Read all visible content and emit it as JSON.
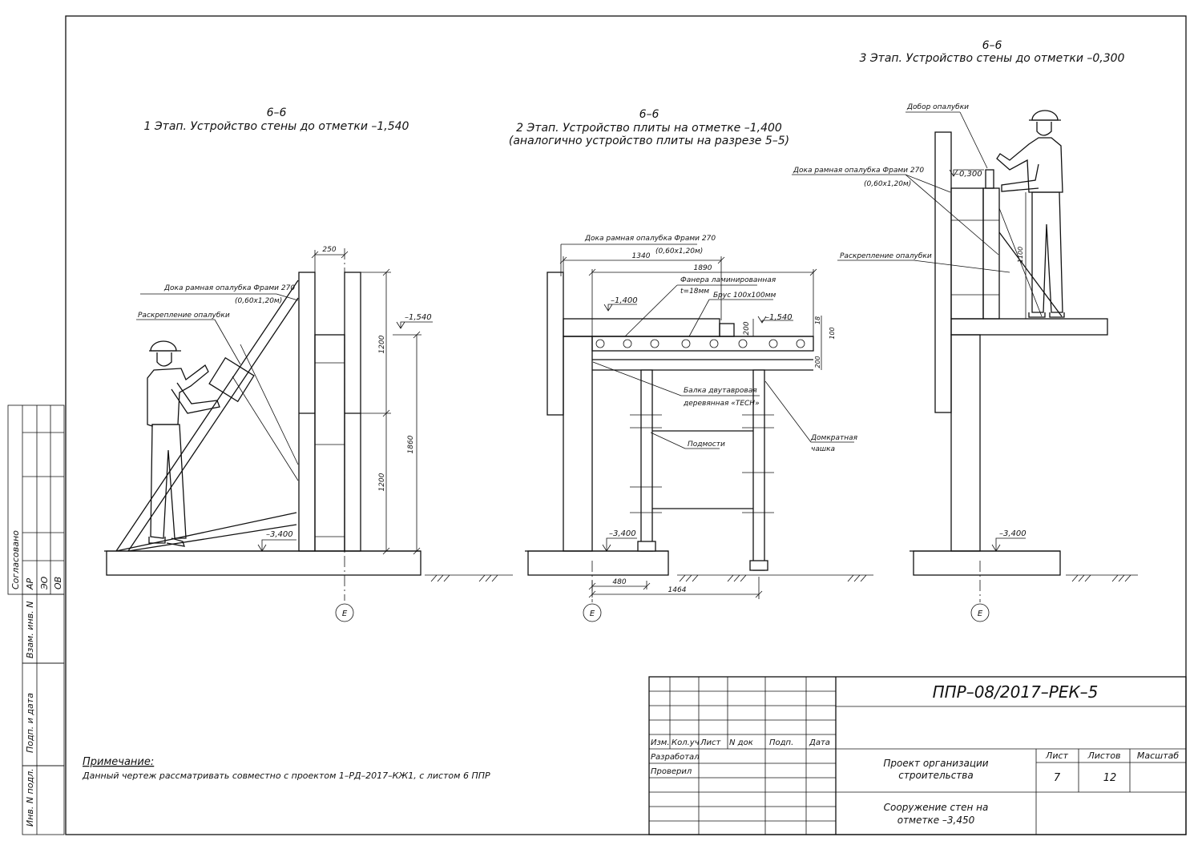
{
  "sections": {
    "s1": {
      "mark": "6–6",
      "title": "1 Этап. Устройство стены до отметки –1,540"
    },
    "s2": {
      "mark": "6–6",
      "title": "2 Этап. Устройство плиты на отметке –1,400",
      "subtitle": "(аналогично устройство плиты на разрезе 5–5)"
    },
    "s3": {
      "mark": "6–6",
      "title": "3 Этап. Устройство стены до отметки –0,300"
    }
  },
  "labels": {
    "doka_1": "Дока рамная опалубка Фрами 270",
    "doka_1b": "(0,60х1,20м)",
    "raskr_1": "Раскрепление опалубки",
    "doka_2": "Дока рамная опалубка Фрами 270",
    "doka_2b": "(0,60х1,20м)",
    "fanera": "Фанера ламинированная",
    "fanera_b": "t=18мм",
    "brus": "Брус 100х100мм",
    "balka": "Балка двутавровая",
    "balka_b": "деревянная «TECH»",
    "podmosti": "Подмости",
    "domkrat": "Домкратная",
    "domkrat_b": "чашка",
    "dobor": "Добор опалубки",
    "doka_3": "Дока рамная опалубка Фрами 270",
    "doka_3b": "(0,60х1,20м)",
    "raskr_3": "Раскрепление опалубки"
  },
  "levels": {
    "l1_top": "–1,540",
    "l1_bot": "–3,400",
    "l2_slab": "–1,400",
    "l2_wall": "–1,540",
    "l2_bot": "–3,400",
    "l3_top": "–0,300",
    "l3_bot": "–3,400"
  },
  "dims": {
    "d250": "250",
    "d1200a": "1200",
    "d1200b": "1200",
    "d1860": "1860",
    "d1340": "1340",
    "d1890": "1890",
    "d200a": "200",
    "d18": "18",
    "d100": "100",
    "d200b": "200",
    "d480": "480",
    "d1464": "1464",
    "d1100": "1100"
  },
  "axis": {
    "a1": "Е",
    "a2": "Е",
    "a3": "Е"
  },
  "note": {
    "heading": "Примечание:",
    "text": "Данный чертеж рассматривать совместно с проектом 1–РД–2017–КЖ1, с листом 6 ППР"
  },
  "side_stamp": {
    "agreed": "Согласовано",
    "ar": "АР",
    "eo": "ЭО",
    "ov": "ОВ",
    "vzam": "Взам. инв. N",
    "podp": "Подп. и дата",
    "inv": "Инв. N подл."
  },
  "title_block": {
    "code": "ППР–08/2017–РЕК–5",
    "cols": [
      "Изм.",
      "Кол.уч",
      "Лист",
      "N док",
      "Подп.",
      "Дата"
    ],
    "developed": "Разработал",
    "checked": "Проверил",
    "project_l1": "Проект организации",
    "project_l2": "строительства",
    "sheet_label": "Лист",
    "sheets_label": "Листов",
    "scale_label": "Масштаб",
    "sheet": "7",
    "sheets": "12",
    "sheet_title_l1": "Сооружение стен на",
    "sheet_title_l2": "отметке –3,450"
  }
}
